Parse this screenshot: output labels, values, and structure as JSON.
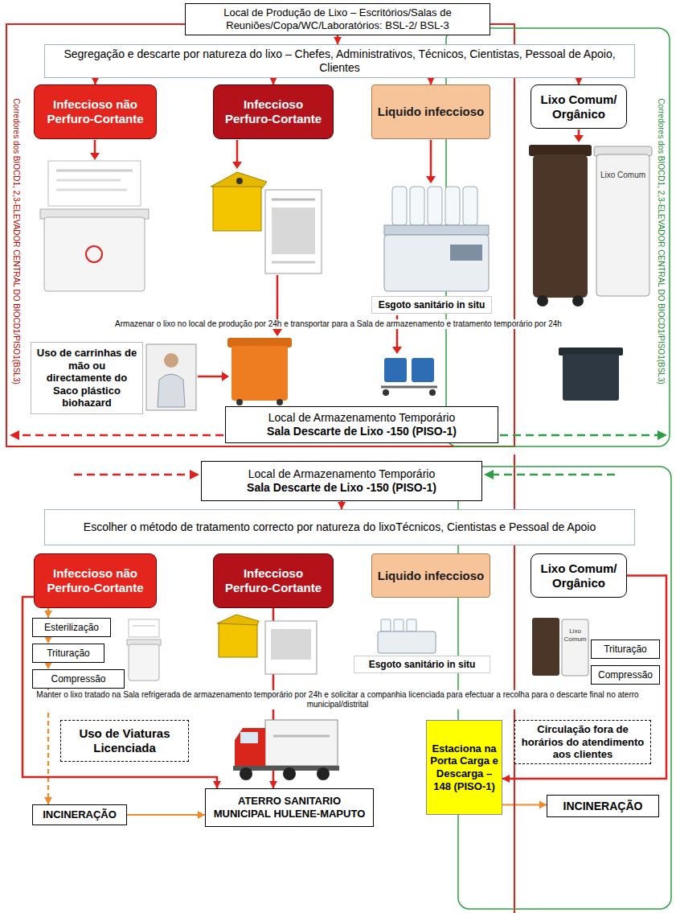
{
  "diagram": {
    "nodes": [
      {
        "text": [
          "Local de Produção de Lixo – Escritórios/Salas de Reuniões/Copa/WC/Laboratórios: BSL-2/ BSL-3"
        ]
      },
      {
        "text": [
          "Segregação e descarte por natureza do lixo – Chefes, Administrativos, Técnicos, Cientistas, Pessoal de Apoio, Clientes"
        ]
      },
      {
        "text": [
          "Infeccioso não Perfuro-Cortante"
        ]
      },
      {
        "text": [
          "Infeccioso Perfuro-Cortante"
        ]
      },
      {
        "text": [
          "Liquido infeccioso"
        ]
      },
      {
        "text": [
          "Lixo Comum/ Orgânico"
        ]
      },
      {
        "text": [
          "Esgoto sanitário in situ"
        ]
      },
      {
        "text": [
          "Uso de carrinhas de mão ou directamente do Saco plástico biohazard"
        ]
      },
      {
        "text": [
          "Local de Armazenamento Temporário",
          "Sala Descarte de Lixo -150 (PISO-1)"
        ]
      },
      {
        "text": [
          "Local de Armazenamento Temporário",
          "Sala Descarte de Lixo -150 (PISO-1)"
        ]
      },
      {
        "text": [
          "Escolher o método de tratamento correcto por natureza do lixoTécnicos, Cientistas e Pessoal de Apoio"
        ]
      },
      {
        "text": [
          "Infeccioso não Perfuro-Cortante"
        ]
      },
      {
        "text": [
          "Infeccioso Perfuro-Cortante"
        ]
      },
      {
        "text": [
          "Liquido infeccioso"
        ]
      },
      {
        "text": [
          "Lixo Comum/ Orgânico"
        ]
      },
      {
        "text": [
          "Esterilização"
        ]
      },
      {
        "text": [
          "Trituração"
        ]
      },
      {
        "text": [
          "Compressão"
        ]
      },
      {
        "text": [
          "Trituração"
        ]
      },
      {
        "text": [
          "Compressão"
        ]
      },
      {
        "text": [
          "Esgoto sanitário in situ"
        ]
      },
      {
        "text": [
          "Uso de Viaturas Licenciada"
        ]
      },
      {
        "text": [
          "Estaciona na Porta Carga e Descarga – 148 (PISO-1)"
        ]
      },
      {
        "text": [
          "Circulação fora de horários do atendimento aos clientes"
        ]
      },
      {
        "text": [
          "ATERRO SANITARIO MUNICIPAL HULENE-MAPUTO"
        ]
      },
      {
        "text": [
          "INCINERAÇÃO"
        ]
      },
      {
        "text": [
          "INCINERAÇÃO"
        ]
      }
    ],
    "edges": [
      {
        "from": 0,
        "to": 1,
        "arrow": "to"
      },
      {
        "from": 1,
        "to": 2,
        "arrow": "to"
      },
      {
        "from": 1,
        "to": 3,
        "arrow": "to"
      },
      {
        "from": 1,
        "to": 4,
        "arrow": "to"
      },
      {
        "from": 1,
        "to": 5,
        "arrow": "to"
      },
      {
        "from": 9,
        "to": 10,
        "arrow": "to"
      },
      {
        "from": 11,
        "to": 15,
        "arrow": "to"
      },
      {
        "from": 15,
        "to": 16,
        "arrow": "to"
      },
      {
        "from": 16,
        "to": 17,
        "arrow": "to"
      },
      {
        "from": 17,
        "to": 25,
        "arrow": "to"
      },
      {
        "from": 25,
        "to": 24,
        "arrow": "to"
      },
      {
        "from": 11,
        "to": 24,
        "arrow": "to"
      },
      {
        "from": 12,
        "to": 24,
        "arrow": "to"
      },
      {
        "from": 14,
        "to": 22,
        "arrow": "to"
      },
      {
        "from": 22,
        "to": 26,
        "arrow": "to"
      }
    ],
    "labels": [
      "Corredores dos BIOCD1, 2,3-ELEVADOR CENTRAL DO BIOCD1/PISO1(BSL3)",
      "Corredores dos BIOCD1, 2,3-ELEVADOR CENTRAL DO BIOCD1/PISO1(BSL3)",
      "Armazenar o lixo no local de produção por 24h e transportar para a Sala de armazenamento e tratamento temporário por 24h",
      "Lixo Comum",
      "Manter o lixo tratado na Sala refrigerada de armazenamento temporário por 24h e solicitar a companhia licenciada para efectuar a recolha para o descarte final no aterro municipal/distrital",
      "Lixo Comum"
    ]
  }
}
